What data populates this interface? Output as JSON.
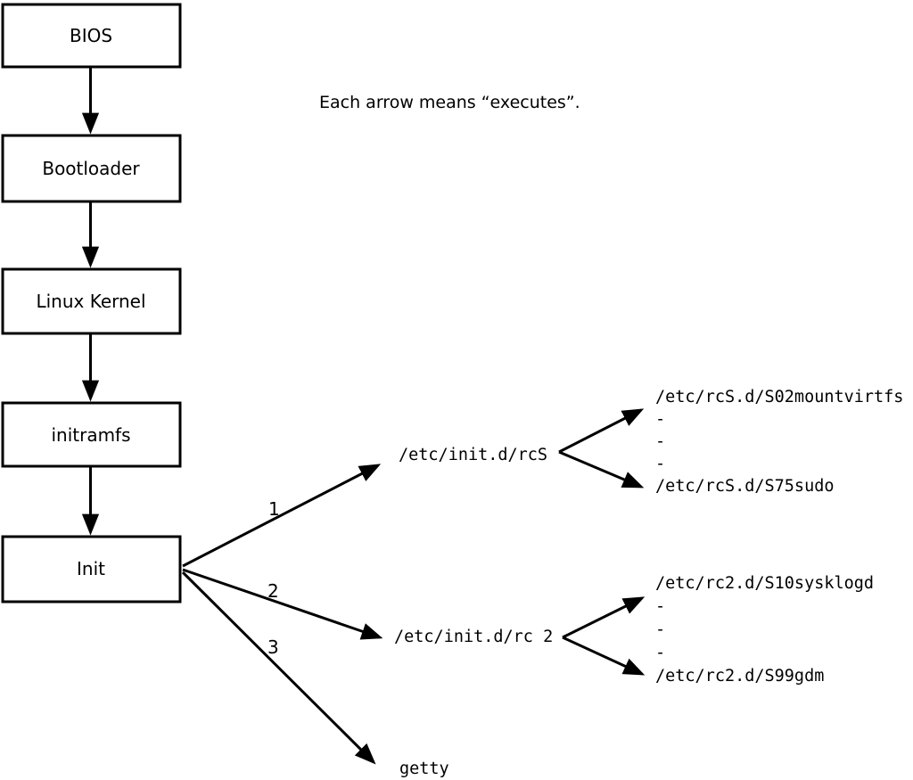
{
  "diagram": {
    "caption": "Each arrow means “executes”.",
    "arrow_meaning": "executes",
    "nodes": [
      {
        "id": "bios",
        "label": "BIOS"
      },
      {
        "id": "bootloader",
        "label": "Bootloader"
      },
      {
        "id": "linux-kernel",
        "label": "Linux Kernel"
      },
      {
        "id": "initramfs",
        "label": "initramfs"
      },
      {
        "id": "init",
        "label": "Init"
      }
    ],
    "branches": [
      {
        "number": "1",
        "target": "/etc/init.d/rcS",
        "children": [
          "/etc/rcS.d/S02mountvirtfs",
          "-",
          "-",
          "-",
          "/etc/rcS.d/S75sudo"
        ]
      },
      {
        "number": "2",
        "target": "/etc/init.d/rc 2",
        "children": [
          "/etc/rc2.d/S10sysklogd",
          "-",
          "-",
          "-",
          "/etc/rc2.d/S99gdm"
        ]
      },
      {
        "number": "3",
        "target": "getty",
        "children": []
      }
    ],
    "colors": {
      "line": "#000000",
      "box_fill": "#ffffff",
      "background": "#ffffff"
    }
  }
}
